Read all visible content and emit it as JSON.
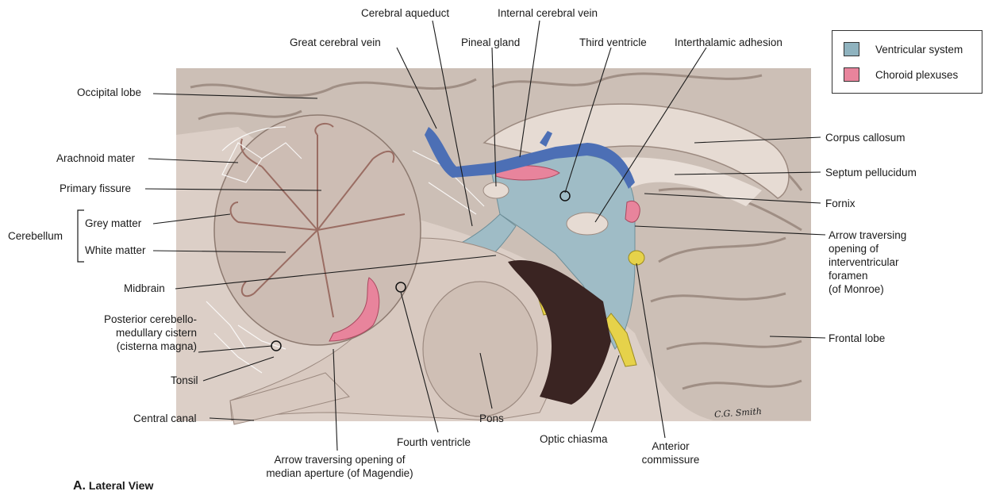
{
  "legend": {
    "ventricular": {
      "label": "Ventricular system",
      "color": "#8fb3bf"
    },
    "choroid": {
      "label": "Choroid plexuses",
      "color": "#e8849c"
    }
  },
  "labels": {
    "cerebral_aqueduct": "Cerebral aqueduct",
    "internal_cerebral_vein": "Internal cerebral vein",
    "great_cerebral_vein": "Great cerebral vein",
    "pineal_gland": "Pineal gland",
    "third_ventricle": "Third ventricle",
    "interthalamic_adhesion": "Interthalamic adhesion",
    "occipital_lobe": "Occipital lobe",
    "arachnoid_mater": "Arachnoid mater",
    "primary_fissure": "Primary fissure",
    "cerebellum": "Cerebellum",
    "grey_matter": "Grey matter",
    "white_matter": "White matter",
    "midbrain": "Midbrain",
    "posterior_cistern": "Posterior cerebello-\nmedullary cistern\n(cisterna magna)",
    "tonsil": "Tonsil",
    "central_canal": "Central canal",
    "fourth_ventricle": "Fourth ventricle",
    "pons": "Pons",
    "optic_chiasma": "Optic chiasma",
    "anterior_commissure": "Anterior\ncommissure",
    "arrow_magendie": "Arrow traversing opening of\nmedian aperture (of Magendie)",
    "corpus_callosum": "Corpus callosum",
    "septum_pellucidum": "Septum pellucidum",
    "fornix": "Fornix",
    "arrow_monroe": "Arrow traversing\nopening of\ninterventricular\nforamen\n(of Monroe)",
    "frontal_lobe": "Frontal lobe"
  },
  "caption": {
    "letter": "A.",
    "text": "Lateral View"
  },
  "signature": "C.G. Smith"
}
